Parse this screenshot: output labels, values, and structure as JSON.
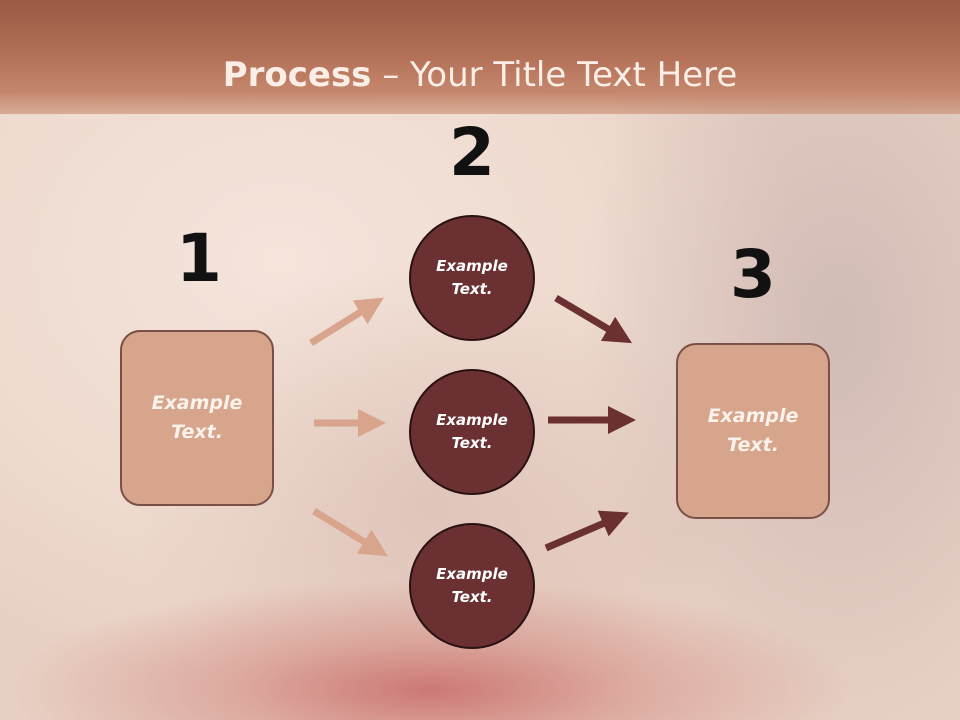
{
  "title": {
    "bold": "Process",
    "rest": " – Your Title Text Here"
  },
  "steps": [
    {
      "number": "1",
      "text": "Example\nText."
    },
    {
      "number": "2",
      "text": "Example\nText."
    },
    {
      "number": "3",
      "text": "Example\nText."
    }
  ],
  "circles": [
    {
      "text": "Example\nText."
    },
    {
      "text": "Example\nText."
    },
    {
      "text": "Example\nText."
    }
  ],
  "colors": {
    "title_bar": "#b06e55",
    "box_fill": "#d7a48c",
    "circle_fill": "#6b3132",
    "light_arrow": "#d9a48c",
    "dark_arrow": "#6b3132"
  }
}
